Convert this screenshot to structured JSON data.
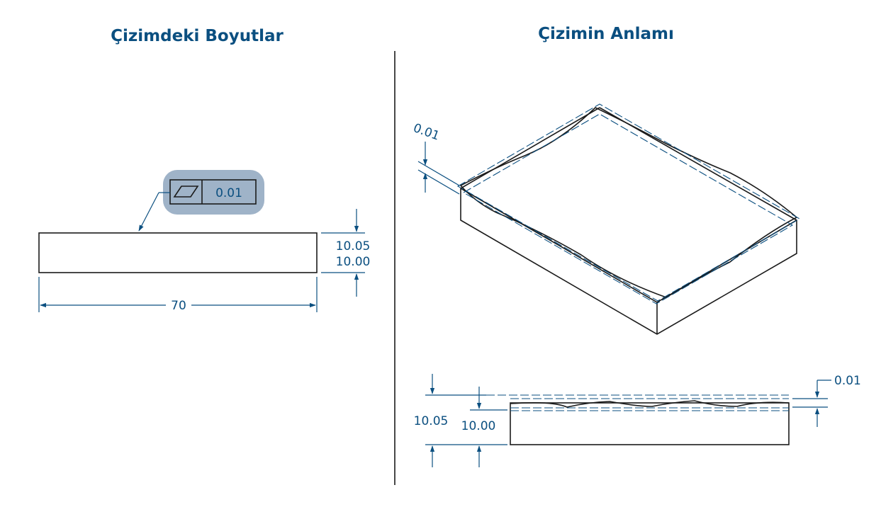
{
  "left_panel": {
    "title": "Çizimdeki Boyutlar",
    "feature_control_frame": {
      "symbol": "flatness-icon",
      "tolerance": "0.01"
    },
    "height_upper": "10.05",
    "height_lower": "10.00",
    "length": "70"
  },
  "right_panel": {
    "title": "Çizimin Anlamı",
    "iso_tolerance_label": "0.01",
    "side_tolerance_label": "0.01",
    "side_height_max": "10.05",
    "side_height_min": "10.00"
  },
  "colors": {
    "accent": "#0b4f80",
    "frame_highlight": "#9fb3c8",
    "line": "#1b1b1b"
  }
}
